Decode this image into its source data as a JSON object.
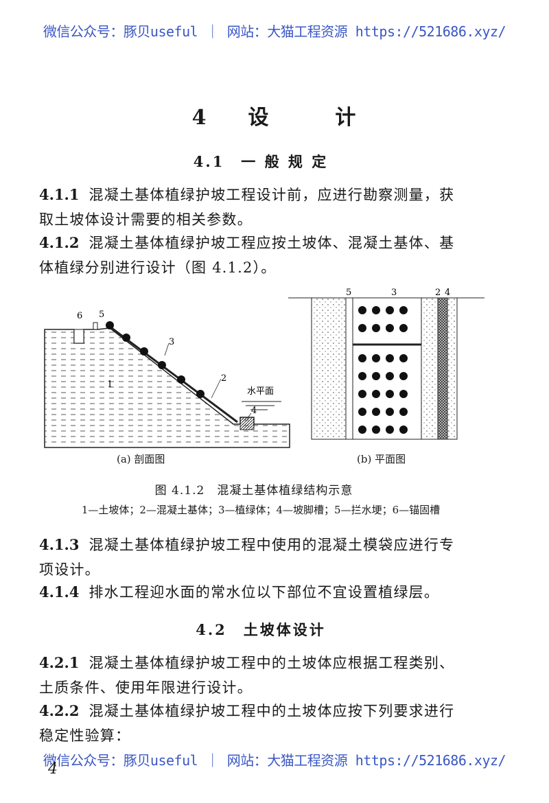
{
  "watermark": "微信公众号：豚贝useful ｜ 网站：大猫工程资源 https://521686.xyz/",
  "chapter": {
    "number": "4",
    "title_a": "设",
    "title_b": "计"
  },
  "section_4_1": "4.1　一 般 规 定",
  "p411": {
    "num": "4.1.1",
    "line1": "混凝土基体植绿护坡工程设计前，应进行勘察测量，获",
    "line2": "取土坡体设计需要的相关参数。"
  },
  "p412": {
    "num": "4.1.2",
    "line1": "混凝土基体植绿护坡工程应按土坡体、混凝土基体、基",
    "line2": "体植绿分别进行设计（图 4.1.2）。"
  },
  "figure": {
    "caption_a": "(a) 剖面图",
    "caption_b": "(b) 平面图",
    "title": "图 4.1.2　混凝土基体植绿结构示意",
    "legend": "1—土坡体；2—混凝土基体；3—植绿体；4—坡脚槽；5—拦水埂；6—锚固槽",
    "water_label": "水平面",
    "labels_a": [
      "1",
      "2",
      "3",
      "4",
      "5",
      "6"
    ],
    "labels_b": [
      "5",
      "3",
      "2",
      "4"
    ]
  },
  "p413": {
    "num": "4.1.3",
    "line1": "混凝土基体植绿护坡工程中使用的混凝土模袋应进行专",
    "line2": "项设计。"
  },
  "p414": {
    "num": "4.1.4",
    "line1": "排水工程迎水面的常水位以下部位不宜设置植绿层。"
  },
  "section_4_2": "4.2　土坡体设计",
  "p421": {
    "num": "4.2.1",
    "line1": "混凝土基体植绿护坡工程中的土坡体应根据工程类别、",
    "line2": "土质条件、使用年限进行设计。"
  },
  "p422": {
    "num": "4.2.2",
    "line1": "混凝土基体植绿护坡工程中的土坡体应按下列要求进行",
    "line2": "稳定性验算："
  },
  "page_number": "4"
}
